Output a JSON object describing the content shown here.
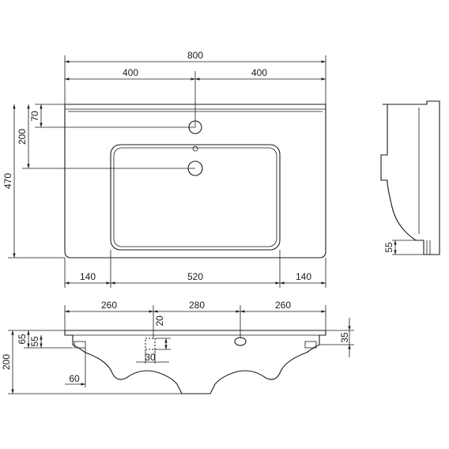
{
  "drawing": {
    "top_view": {
      "overall_width": "800",
      "half_left": "400",
      "half_right": "400",
      "tap_hole_offset": "70",
      "overflow_offset": "200",
      "overall_depth": "470",
      "bowl_margin_left": "140",
      "bowl_width": "520",
      "bowl_margin_right": "140"
    },
    "side_view": {
      "bottom_height": "55"
    },
    "front_view": {
      "segment_left": "260",
      "segment_middle": "280",
      "segment_right": "260",
      "hole_depth": "20",
      "hole_width": "30",
      "rim_height": "65",
      "inner_height": "55",
      "right_height": "35",
      "total_height": "200",
      "leg_width": "60"
    }
  }
}
